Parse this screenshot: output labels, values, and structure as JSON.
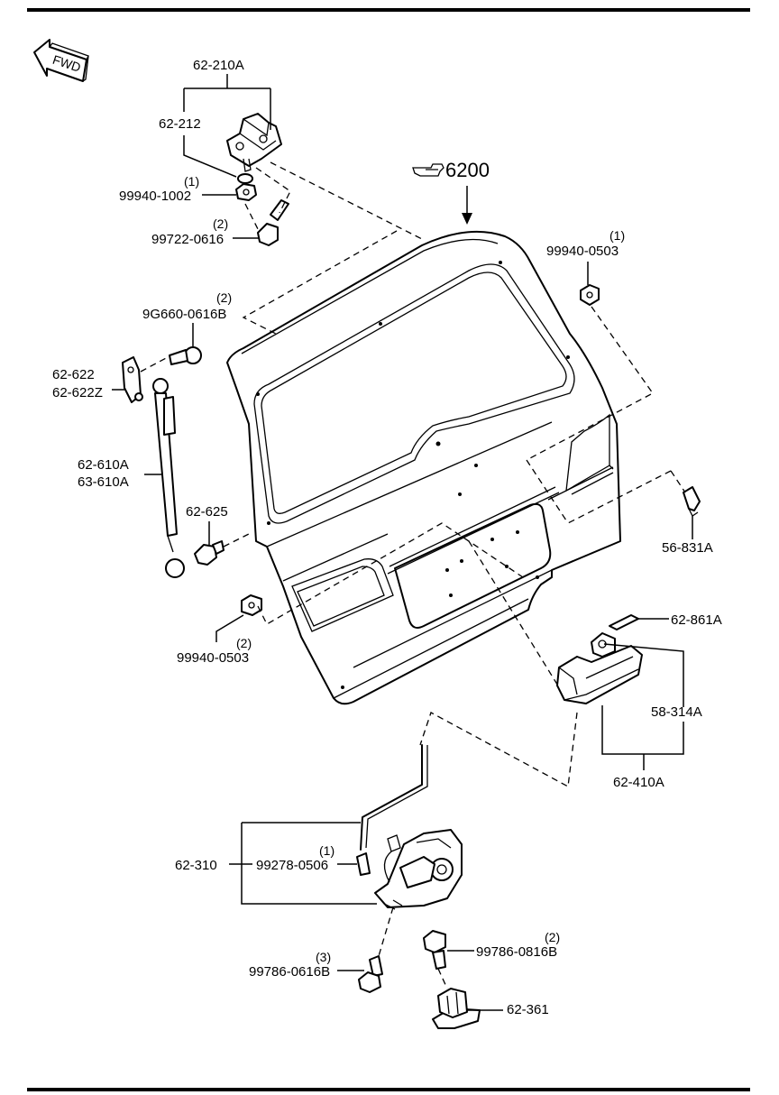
{
  "group_ref": "6200",
  "fwd_label": "FWD",
  "labels": {
    "hinge_assy": "62-210A",
    "hinge": "62-212",
    "nut_1002": "99940-1002",
    "nut_1002_qty": "(1)",
    "bolt_0616": "99722-0616",
    "bolt_0616_qty": "(2)",
    "bolt_9g660": "9G660-0616B",
    "bolt_9g660_qty": "(2)",
    "bracket": "62-622",
    "bracket_z": "62-622Z",
    "damper": "62-610A",
    "damper_alt": "63-610A",
    "stud": "62-625",
    "nut_0503_left": "99940-0503",
    "nut_0503_left_qty": "(2)",
    "nut_0503_right": "99940-0503",
    "nut_0503_right_qty": "(1)",
    "bumper": "56-831A",
    "seal": "62-861A",
    "lamp": "58-314A",
    "garnish": "62-410A",
    "lock": "62-310",
    "screw_0506": "99278-0506",
    "screw_0506_qty": "(1)",
    "bolt_0616b": "99786-0616B",
    "bolt_0616b_qty": "(3)",
    "bolt_0816b": "99786-0816B",
    "bolt_0816b_qty": "(2)",
    "striker": "62-361"
  }
}
